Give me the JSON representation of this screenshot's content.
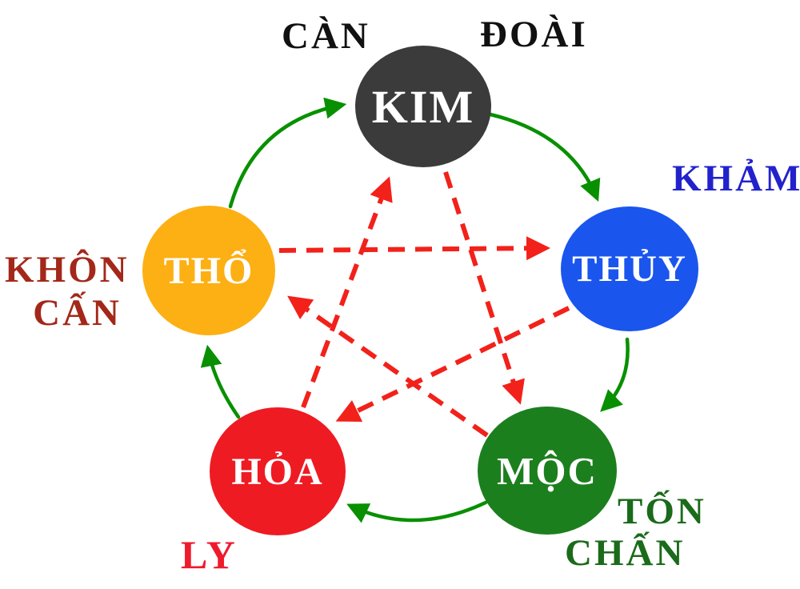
{
  "diagram": {
    "name": "ngu-hanh-five-elements-cycle",
    "nodes": [
      {
        "id": "kim",
        "label": "KIM",
        "color": "#3b3b3b",
        "text_color": "#ffffff"
      },
      {
        "id": "thuy",
        "label": "THỦY",
        "color": "#1a55ee",
        "text_color": "#ffffff"
      },
      {
        "id": "moc",
        "label": "MỘC",
        "color": "#1c7f1e",
        "text_color": "#ffffff"
      },
      {
        "id": "hoa",
        "label": "HỎA",
        "color": "#ee1b23",
        "text_color": "#ffffff"
      },
      {
        "id": "tho",
        "label": "THỔ",
        "color": "#fdb013",
        "text_color": "#ffffff"
      }
    ],
    "trigram_labels": [
      {
        "id": "can",
        "text": "CÀN",
        "color": "#111111"
      },
      {
        "id": "doai",
        "text": "ĐOÀI",
        "color": "#111111"
      },
      {
        "id": "kham",
        "text": "KHẢM",
        "color": "#2222cc"
      },
      {
        "id": "khon",
        "text": "KHÔN",
        "color": "#a3281a"
      },
      {
        "id": "canq",
        "text": "CẤN",
        "color": "#a3281a"
      },
      {
        "id": "ly",
        "text": "LY",
        "color": "#ee1b2d"
      },
      {
        "id": "ton",
        "text": "TỐN",
        "color": "#1a6b1a"
      },
      {
        "id": "chan",
        "text": "CHẤN",
        "color": "#1a6b1a"
      }
    ],
    "cycles": {
      "generating": {
        "style": "solid",
        "color": "#089000",
        "edges": [
          {
            "from": "tho",
            "to": "kim"
          },
          {
            "from": "kim",
            "to": "thuy"
          },
          {
            "from": "thuy",
            "to": "moc"
          },
          {
            "from": "moc",
            "to": "hoa"
          },
          {
            "from": "hoa",
            "to": "tho"
          }
        ]
      },
      "overcoming": {
        "style": "dashed",
        "color": "#f2211a",
        "edges": [
          {
            "from": "tho",
            "to": "thuy"
          },
          {
            "from": "hoa",
            "to": "kim"
          },
          {
            "from": "kim",
            "to": "moc"
          },
          {
            "from": "moc",
            "to": "tho"
          },
          {
            "from": "thuy",
            "to": "hoa"
          }
        ]
      }
    }
  }
}
